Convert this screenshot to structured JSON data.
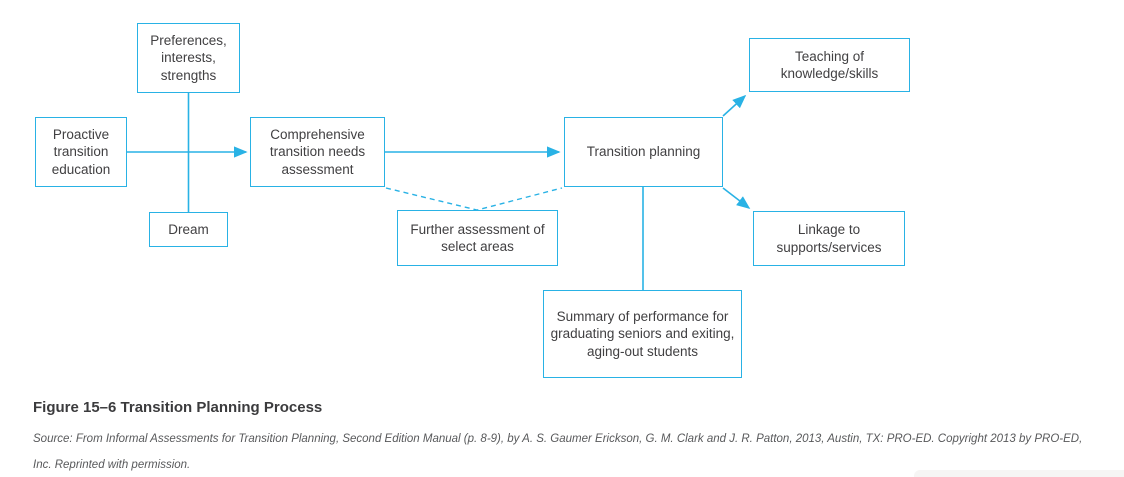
{
  "figure": {
    "caption": "Figure 15–6 Transition Planning Process",
    "source": "Source: From Informal Assessments for Transition Planning, Second Edition Manual (p. 8-9), by A. S. Gaumer Erickson, G. M. Clark and J. R. Patton, 2013, Austin, TX: PRO-ED. Copyright 2013 by PRO-ED, Inc. Reprinted with permission."
  },
  "colors": {
    "accent": "#29b2e5",
    "node_text": "#414042",
    "caption_text": "#3b3b3d",
    "source_text": "#58595b"
  },
  "diagram": {
    "nodes": {
      "preferences": {
        "label": "Preferences, interests, strengths"
      },
      "proactive": {
        "label": "Proactive transition education"
      },
      "dream": {
        "label": "Dream"
      },
      "comprehensive": {
        "label": "Comprehensive transition needs assessment"
      },
      "further": {
        "label": "Further assessment of select areas"
      },
      "transition": {
        "label": "Transition planning"
      },
      "teaching": {
        "label": "Teaching of knowledge/skills"
      },
      "linkage": {
        "label": "Linkage to supports/services"
      },
      "summary": {
        "label": "Summary of performance for graduating seniors and exiting, aging-out students"
      }
    },
    "edges": [
      {
        "from": "preferences",
        "to": "dream",
        "style": "solid",
        "arrow": false
      },
      {
        "from": "proactive",
        "to": "comprehensive",
        "style": "solid",
        "arrow": true
      },
      {
        "from": "comprehensive",
        "to": "transition",
        "style": "solid",
        "arrow": true
      },
      {
        "from": "comprehensive",
        "to": "further",
        "style": "dashed",
        "arrow": false
      },
      {
        "from": "further",
        "to": "transition",
        "style": "dashed",
        "arrow": false
      },
      {
        "from": "transition",
        "to": "teaching",
        "style": "solid",
        "arrow": true
      },
      {
        "from": "transition",
        "to": "linkage",
        "style": "solid",
        "arrow": true
      },
      {
        "from": "transition",
        "to": "summary",
        "style": "solid",
        "arrow": false
      }
    ]
  }
}
